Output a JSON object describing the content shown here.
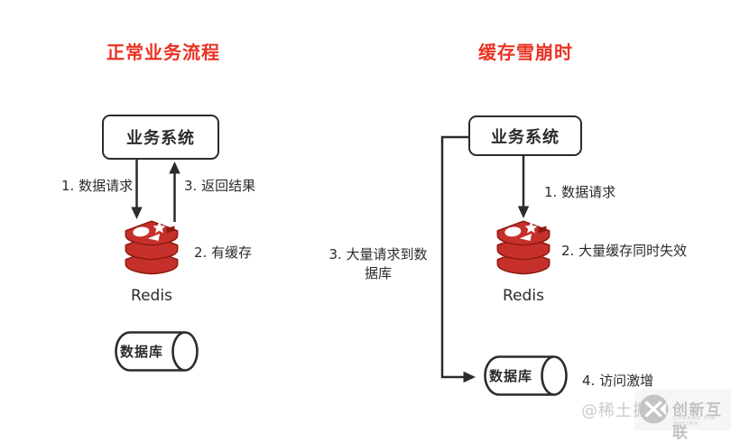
{
  "left": {
    "title": "正常业务流程",
    "system_box": "业务系统",
    "step1": "1. 数据请求",
    "step2": "2. 有缓存",
    "step3": "3. 返回结果",
    "redis_label": "Redis",
    "database": "数据库"
  },
  "right": {
    "title": "缓存雪崩时",
    "system_box": "业务系统",
    "step1": "1. 数据请求",
    "step2": "2. 大量缓存同时失效",
    "step3": "3. 大量请求到数据库",
    "step4": "4. 访问激增",
    "redis_label": "Redis",
    "database": "数据库"
  },
  "watermark": {
    "handle": "@稀土掘",
    "brand": "创新互联",
    "brand_sub": "CHUANG XIN HULIAN"
  },
  "colors": {
    "title_red": "#ea3223",
    "line_dark": "#2b2b2b",
    "redis_red": "#c6302b",
    "redis_dark": "#8e1a10",
    "watermark_gray": "#c9c9c9"
  }
}
